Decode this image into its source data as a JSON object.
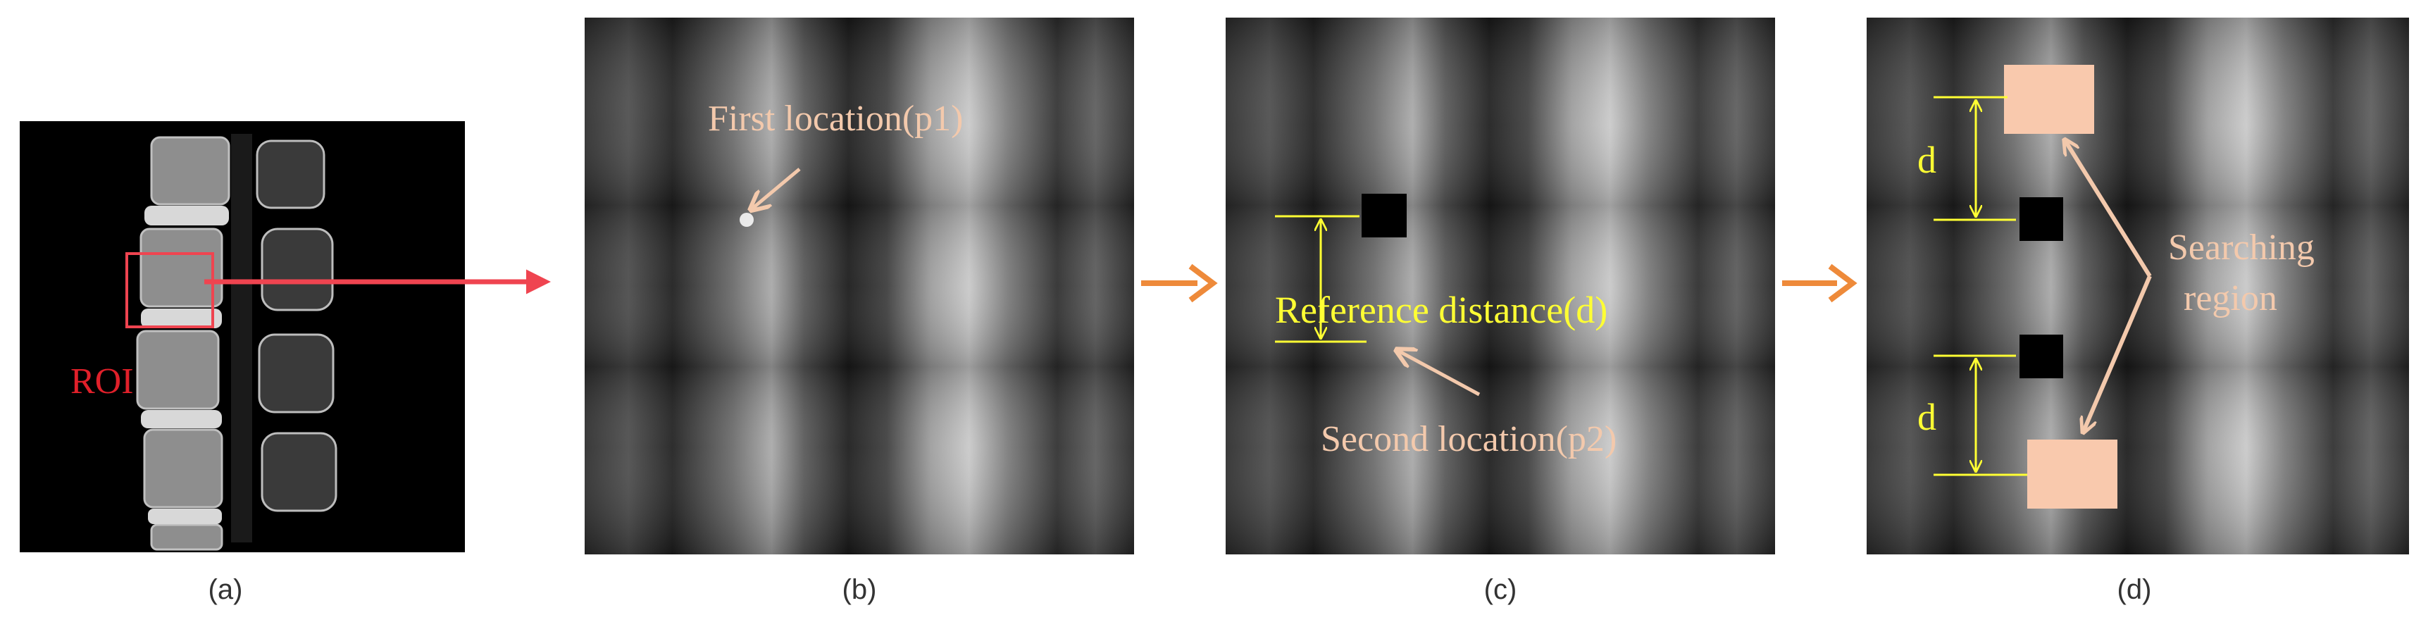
{
  "panels": {
    "a": {
      "caption": "(a)",
      "roi_label": "ROI"
    },
    "b": {
      "caption": "(b)",
      "first_location_label": "First location(p1)"
    },
    "c": {
      "caption": "(c)",
      "reference_distance_label": "Reference distance(d)",
      "second_location_label": "Second location(p2)"
    },
    "d": {
      "caption": "(d)",
      "distance_label_top": "d",
      "distance_label_bottom": "d",
      "searching_label_line1": "Searching",
      "searching_label_line2": "region"
    }
  },
  "colors": {
    "arrow_red": "#ef4450",
    "arrow_orange": "#ee8a3a",
    "annotation_peach": "#f3c9ac",
    "annotation_yellow": "#ffff33",
    "search_box": "#f9c9ad",
    "marker": "#000000"
  }
}
